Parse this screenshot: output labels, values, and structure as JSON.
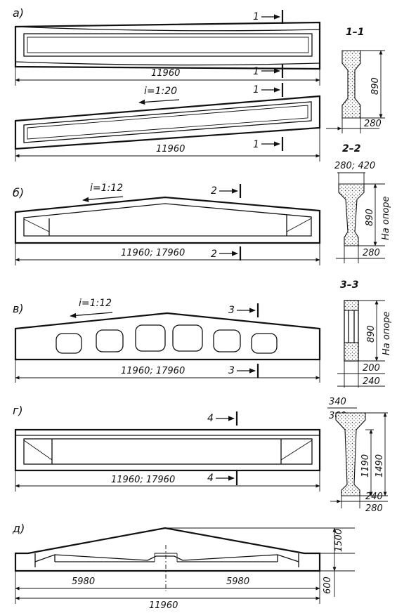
{
  "panels": {
    "a": {
      "label": "а)",
      "slope": "i=1:20",
      "cut_mark": "1",
      "span": "11960",
      "section_title": "1–1",
      "sec_height": "890",
      "sec_width": "280"
    },
    "b": {
      "label": "б)",
      "slope": "i=1:12",
      "cut_mark": "2",
      "span": "11960;  17960",
      "section_title": "2–2",
      "sec_top": "280; 420",
      "sec_height": "890",
      "sec_note": "На опоре",
      "sec_width": "280"
    },
    "v": {
      "label": "в)",
      "slope": "i=1:12",
      "cut_mark": "3",
      "span": "11960;  17960",
      "section_title": "3–3",
      "sec_height": "890",
      "sec_note": "На опоре",
      "sec_width_inner": "200",
      "sec_width": "240"
    },
    "g": {
      "label": "г)",
      "cut_mark": "4",
      "span": "11960;  17960",
      "sec_top1": "340",
      "sec_top2": "360",
      "sec_h_inner": "1190",
      "sec_h_outer": "1490",
      "sec_w1": "240",
      "sec_w2": "280"
    },
    "d": {
      "label": "д)",
      "h_ridge": "1500",
      "h_support": "600",
      "half_left": "5980",
      "half_right": "5980",
      "span": "11960"
    }
  }
}
